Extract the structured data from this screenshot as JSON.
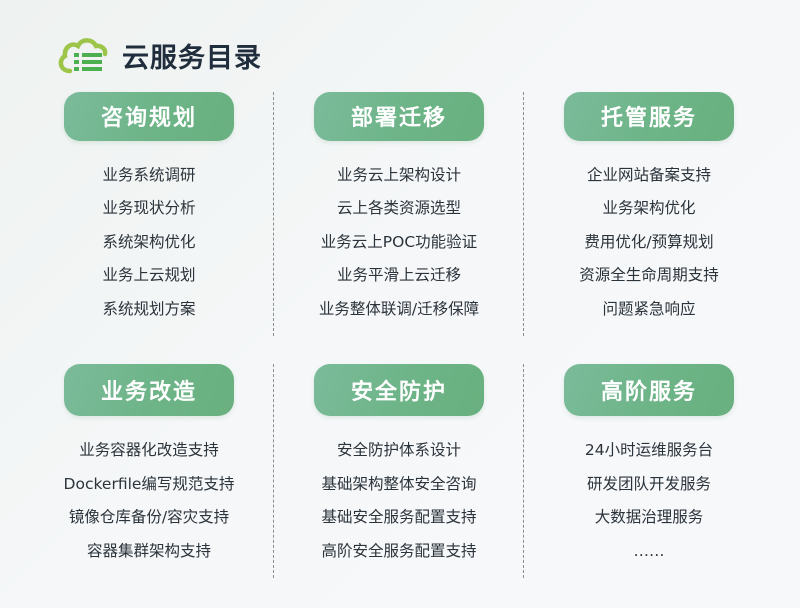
{
  "header": {
    "title": "云服务目录",
    "logo_icon": "cloud-list-icon",
    "colors": {
      "logo_green_light": "#a4c639",
      "logo_green_dark": "#4caf50",
      "title": "#1f2d3d"
    }
  },
  "theme": {
    "pill_gradient_start": "#7bbb9b",
    "pill_gradient_end": "#69b07f",
    "pill_text": "#ffffff",
    "item_text": "#2b333b",
    "divider": "#8a8f96"
  },
  "categories": [
    {
      "title": "咨询规划",
      "items": [
        "业务系统调研",
        "业务现状分析",
        "系统架构优化",
        "业务上云规划",
        "系统规划方案"
      ]
    },
    {
      "title": "部署迁移",
      "items": [
        "业务云上架构设计",
        "云上各类资源选型",
        "业务云上POC功能验证",
        "业务平滑上云迁移",
        "业务整体联调/迁移保障"
      ]
    },
    {
      "title": "托管服务",
      "items": [
        "企业网站备案支持",
        "业务架构优化",
        "费用优化/预算规划",
        "资源全生命周期支持",
        "问题紧急响应"
      ]
    },
    {
      "title": "业务改造",
      "items": [
        "业务容器化改造支持",
        "Dockerfile编写规范支持",
        "镜像仓库备份/容灾支持",
        "容器集群架构支持"
      ]
    },
    {
      "title": "安全防护",
      "items": [
        "安全防护体系设计",
        "基础架构整体安全咨询",
        "基础安全服务配置支持",
        "高阶安全服务配置支持"
      ]
    },
    {
      "title": "高阶服务",
      "items": [
        "24小时运维服务台",
        "研发团队开发服务",
        "大数据治理服务",
        "……"
      ]
    }
  ]
}
